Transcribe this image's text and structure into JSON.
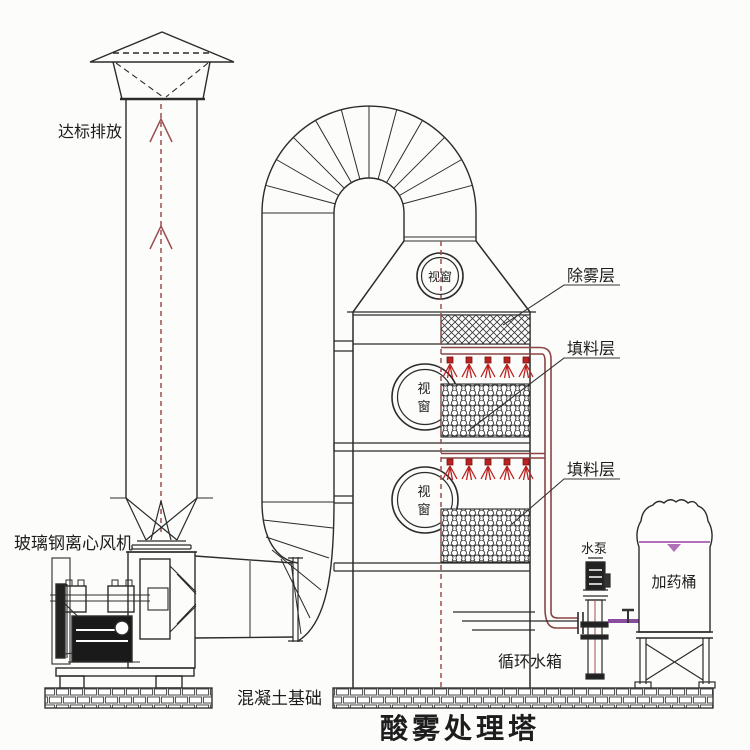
{
  "diagram": {
    "title": "酸雾处理塔",
    "labels": {
      "emission": "达标排放",
      "fan": "玻璃钢离心风机",
      "concrete_foundation": "混凝土基础",
      "demister_layer": "除雾层",
      "packing_layer_1": "填料层",
      "packing_layer_2": "填料层",
      "sight_window_top": "视窗",
      "sight_window_char_1": "视",
      "sight_window_char_2": "窗",
      "water_pump": "水泵",
      "dosing_tank": "加药桶",
      "circulating_tank": "循环水箱"
    },
    "colors": {
      "line": "#2b2b2b",
      "flow_line": "#9c4f4f",
      "spray_nozzle": "#bb2222",
      "water_pipe": "#8a4444",
      "chemical_pipe": "#8a4d9e",
      "liquid_level": "#b070b8"
    }
  }
}
